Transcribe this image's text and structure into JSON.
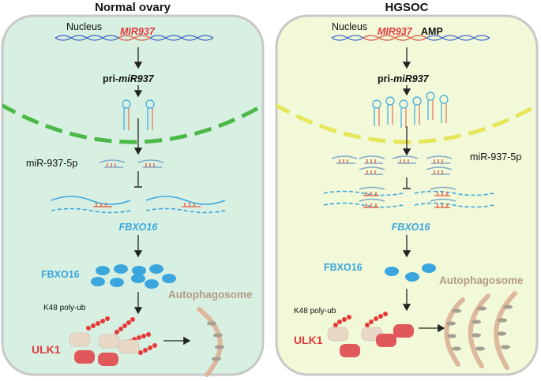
{
  "panels": {
    "left": {
      "title": "Normal ovary",
      "nucleus": "Nucleus",
      "gene": "MIR937",
      "pri_prefix": "pri-",
      "pri_gene": "miR937",
      "mirna": "miR-937-5p",
      "target_mrna": "FBXO16",
      "protein": "FBXO16",
      "ub": "K48 poly-ub",
      "ulk": "ULK1",
      "autophagosome": "Autophagosome",
      "panel_color": "#d8f0e2",
      "membrane_color": "#4cb848"
    },
    "right": {
      "title": "HGSOC",
      "nucleus": "Nucleus",
      "gene": "MIR937",
      "amp": "AMP",
      "pri_prefix": "pri-",
      "pri_gene": "miR937",
      "mirna": "miR-937-5p",
      "target_mrna": "FBXO16",
      "protein": "FBXO16",
      "ub": "K48 poly-ub",
      "ulk": "ULK1",
      "autophagosome": "Autophagosome",
      "panel_color": "#f2f9d9",
      "membrane_color": "#e6e65a"
    }
  },
  "colors": {
    "gene_red": "#e03a3a",
    "protein_blue": "#3aa6dd",
    "ub_red": "#e63a3a",
    "ulk_red": "#e0585a",
    "ulk_inactive": "#e9d8c6",
    "autophagosome": "#ddb89c",
    "cargo": "#a79e92"
  }
}
